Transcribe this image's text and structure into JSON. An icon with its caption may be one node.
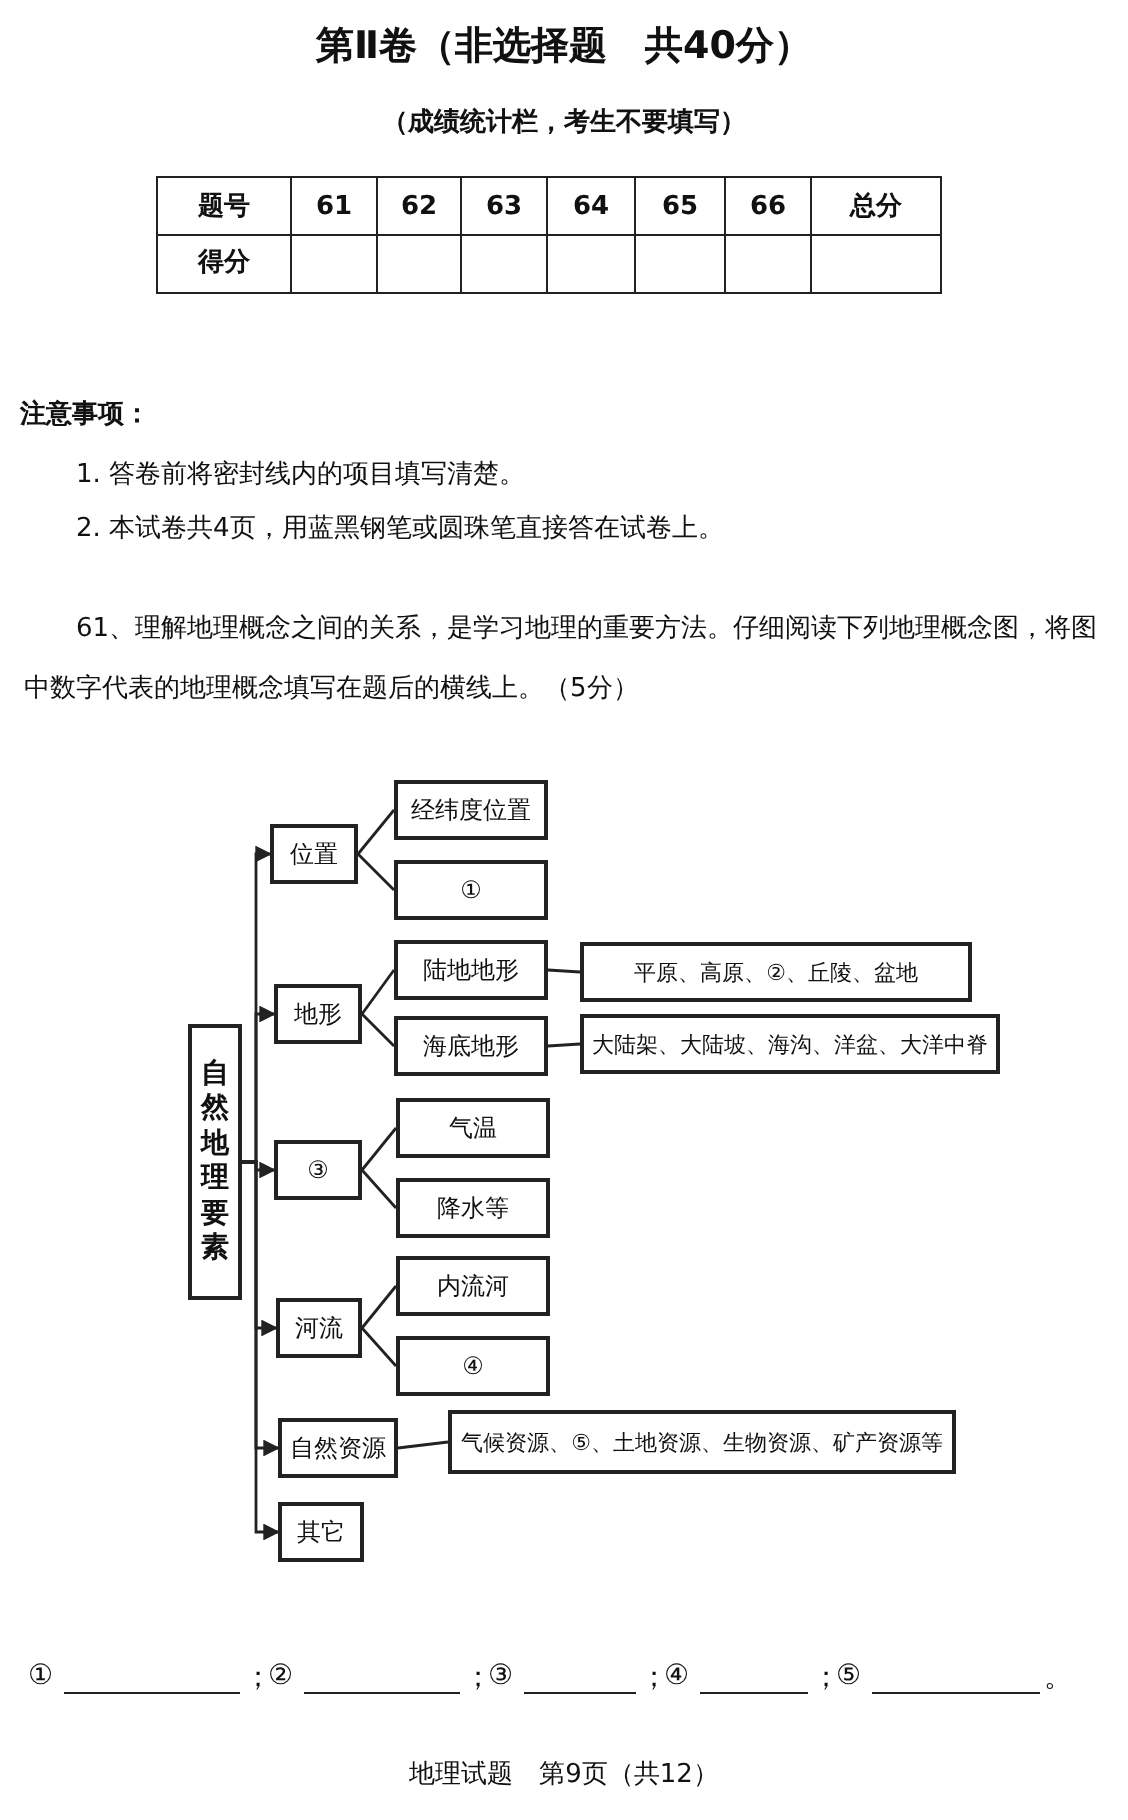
{
  "diagram": {
    "title": "第Ⅱ卷（非选择题　共40分）",
    "nodes": [
      {
        "text": [
          "自然地理要素"
        ]
      },
      {
        "text": [
          "位置"
        ]
      },
      {
        "text": [
          "经纬度位置"
        ]
      },
      {
        "text": [
          "①"
        ]
      },
      {
        "text": [
          "地形"
        ]
      },
      {
        "text": [
          "陆地地形"
        ]
      },
      {
        "text": [
          "平原、高原、②、丘陵、盆地"
        ]
      },
      {
        "text": [
          "海底地形"
        ]
      },
      {
        "text": [
          "大陆架、大陆坡、海沟、洋盆、大洋中脊"
        ]
      },
      {
        "text": [
          "③"
        ]
      },
      {
        "text": [
          "气温"
        ]
      },
      {
        "text": [
          "降水等"
        ]
      },
      {
        "text": [
          "河流"
        ]
      },
      {
        "text": [
          "内流河"
        ]
      },
      {
        "text": [
          "④"
        ]
      },
      {
        "text": [
          "自然资源"
        ]
      },
      {
        "text": [
          "气候资源、⑤、土地资源、生物资源、矿产资源等"
        ]
      },
      {
        "text": [
          "其它"
        ]
      }
    ],
    "edges": [
      {
        "from": 0,
        "to": 1,
        "arrow": "to"
      },
      {
        "from": 0,
        "to": 4,
        "arrow": "to"
      },
      {
        "from": 0,
        "to": 9,
        "arrow": "to"
      },
      {
        "from": 0,
        "to": 12,
        "arrow": "to"
      },
      {
        "from": 0,
        "to": 15,
        "arrow": "to"
      },
      {
        "from": 0,
        "to": 17,
        "arrow": "to"
      },
      {
        "from": 1,
        "to": 2,
        "arrow": "none"
      },
      {
        "from": 1,
        "to": 3,
        "arrow": "none"
      },
      {
        "from": 4,
        "to": 5,
        "arrow": "none"
      },
      {
        "from": 4,
        "to": 7,
        "arrow": "none"
      },
      {
        "from": 5,
        "to": 6,
        "arrow": "none"
      },
      {
        "from": 7,
        "to": 8,
        "arrow": "none"
      },
      {
        "from": 9,
        "to": 10,
        "arrow": "none"
      },
      {
        "from": 9,
        "to": 11,
        "arrow": "none"
      },
      {
        "from": 12,
        "to": 13,
        "arrow": "none"
      },
      {
        "from": 12,
        "to": 14,
        "arrow": "none"
      },
      {
        "from": 15,
        "to": 16,
        "arrow": "none"
      }
    ],
    "labels": [
      "（成绩统计栏，考生不要填写）",
      "题号",
      "61",
      "62",
      "63",
      "64",
      "65",
      "66",
      "总分",
      "得分",
      "注意事项：",
      "1. 答卷前将密封线内的项目填写清楚。",
      "2. 本试卷共4页，用蓝黑钢笔或圆珠笔直接答在试卷上。",
      "61、理解地理概念之间的关系，是学习地理的重要方法。仔细阅读下列地理概念图，将图中数字代表的地理概念填写在题后的横线上。（5分）",
      "①",
      "；",
      "②",
      "；",
      "③",
      "；",
      "④",
      "；",
      "⑤",
      "。",
      "地理试题　第9页（共12）"
    ]
  }
}
